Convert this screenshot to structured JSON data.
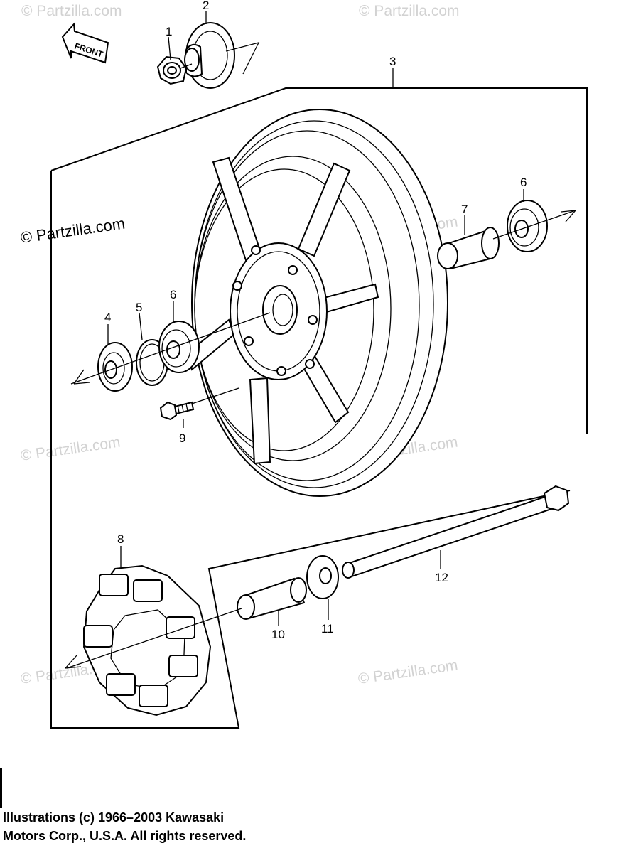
{
  "diagram": {
    "front_label": "FRONT",
    "callouts": [
      "1",
      "2",
      "3",
      "4",
      "5",
      "6",
      "6",
      "7",
      "8",
      "9",
      "10",
      "11",
      "12"
    ],
    "watermarks": [
      "© Partzilla.com",
      "© Partzilla.com",
      "© Partzilla.com",
      "© Partzilla.com",
      "© Partzilla.com",
      "© Partzilla.com",
      "© Partzilla.com",
      "© Partzilla.com"
    ]
  },
  "copyright": {
    "line1": "Illustrations (c) 1966–2003 Kawasaki",
    "line2": "Motors Corp., U.S.A.  All rights reserved."
  }
}
